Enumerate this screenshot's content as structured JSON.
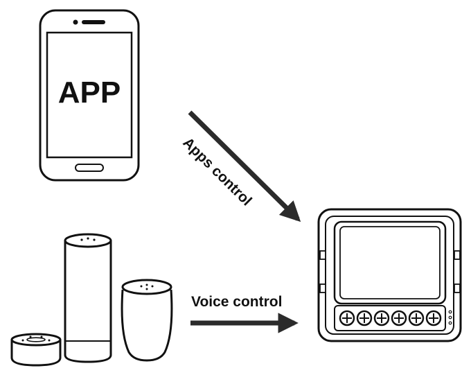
{
  "phone": {
    "screen_text": "APP",
    "icon": "smartphone-icon"
  },
  "arrows": {
    "apps_label": "Apps control",
    "voice_label": "Voice control"
  },
  "devices": {
    "speakers": [
      "puck-speaker-icon",
      "tall-cylinder-speaker-icon",
      "dome-speaker-icon"
    ],
    "module": "smart-switch-module-icon",
    "terminal_count": 6
  },
  "colors": {
    "ink": "#111111",
    "background": "#ffffff",
    "arrow": "#2b2b2b"
  }
}
